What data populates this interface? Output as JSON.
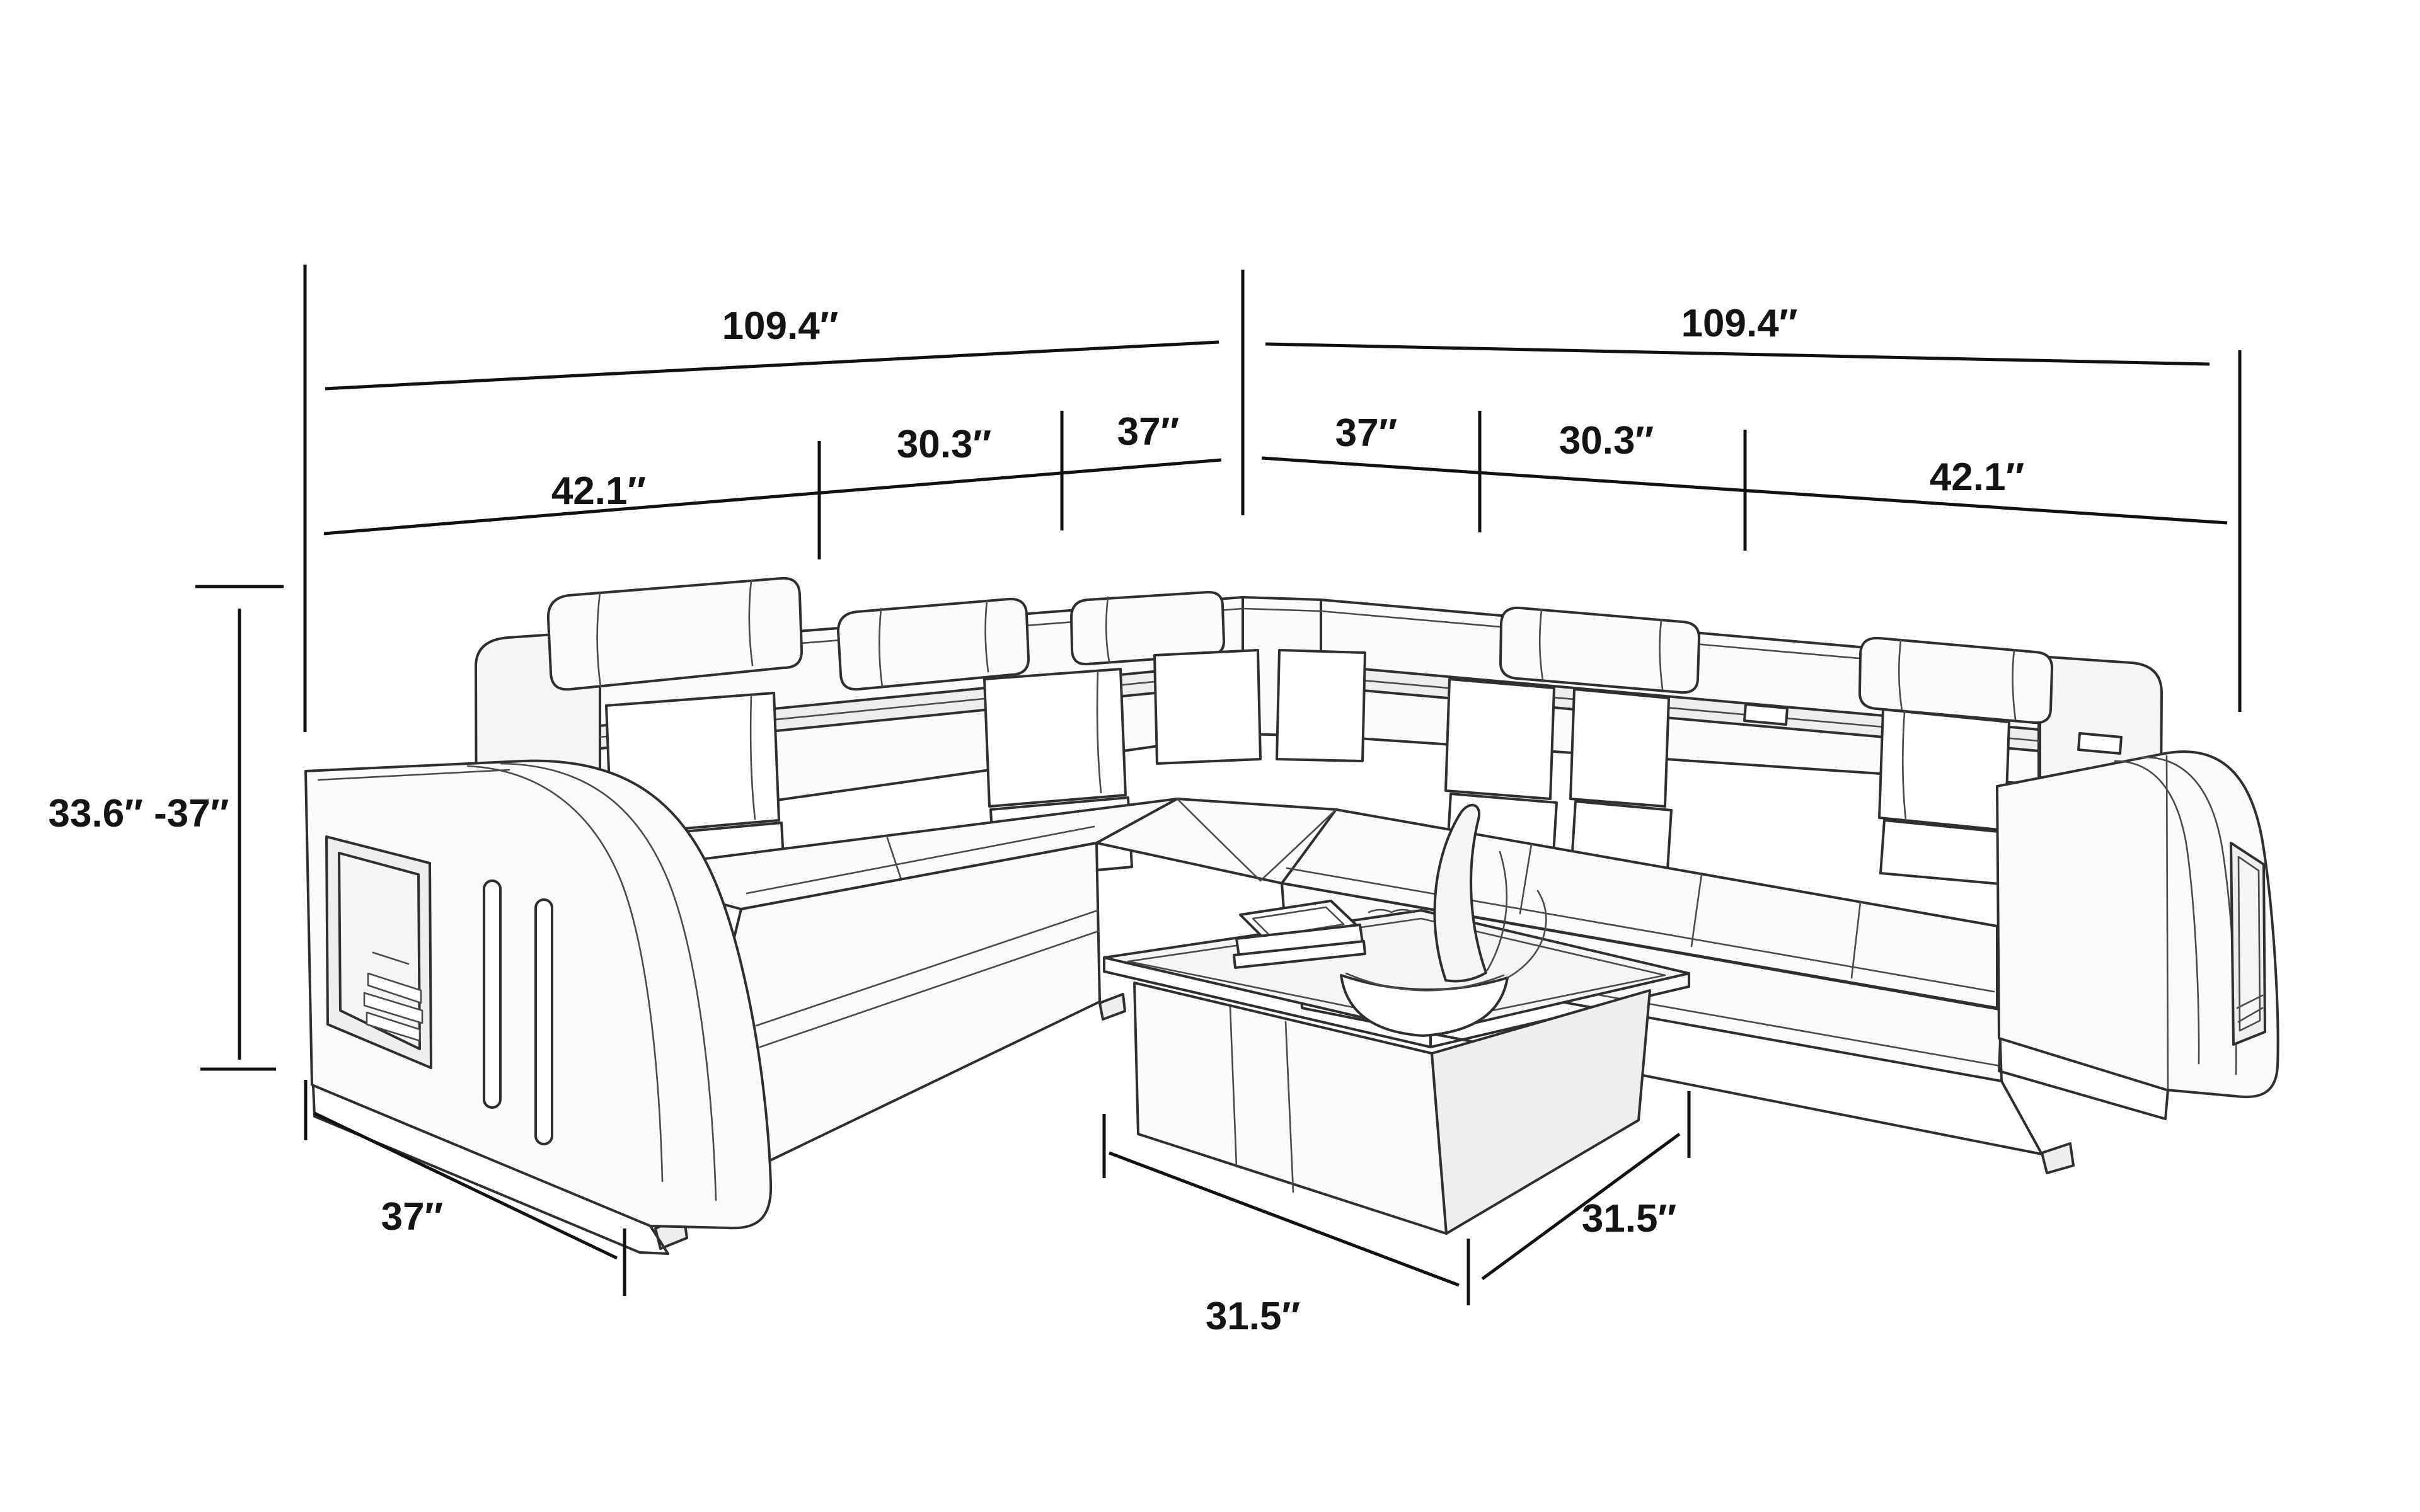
{
  "diagram": {
    "type": "furniture-dimension-sketch",
    "subject": "L-shaped sectional sofa with LED armrests and coffee table",
    "background": "#ffffff",
    "style": {
      "dimension_line_color": "#111111",
      "sketch_line_color": "#2f2f2f",
      "text_color": "#141414"
    },
    "unit_mark": "″",
    "dimensions": {
      "left_wing_total": "109.4″",
      "right_wing_total": "109.4″",
      "left_wing_segments": [
        "42.1″",
        "30.3″",
        "37″"
      ],
      "right_wing_segments": [
        "37″",
        "30.3″",
        "42.1″"
      ],
      "back_height_range": "33.6″ -37″",
      "armrest_outer_width": "37″",
      "coffee_table_width": "31.5″",
      "coffee_table_depth": "31.5″"
    }
  }
}
